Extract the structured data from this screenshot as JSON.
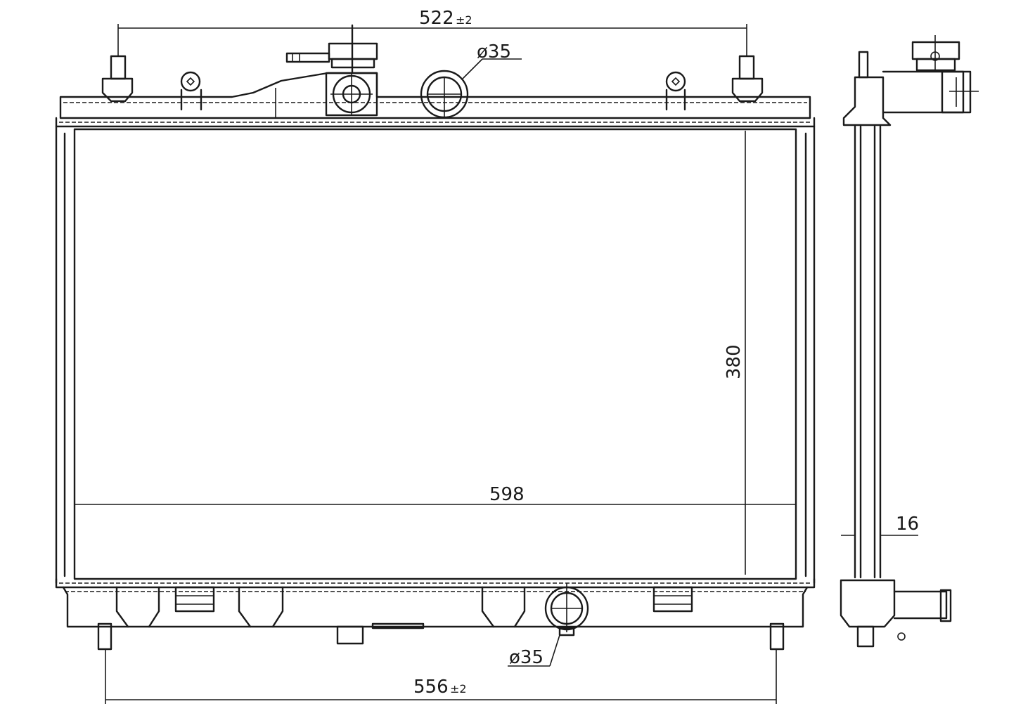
{
  "dimensions": {
    "top_mount_span": {
      "value": "522",
      "tolerance": "±2"
    },
    "bottom_mount_span": {
      "value": "556",
      "tolerance": "±2"
    },
    "core_width": "598",
    "core_height": "380",
    "core_thickness": "16",
    "upper_hose_diameter": "ø35",
    "lower_hose_diameter": "ø35"
  }
}
